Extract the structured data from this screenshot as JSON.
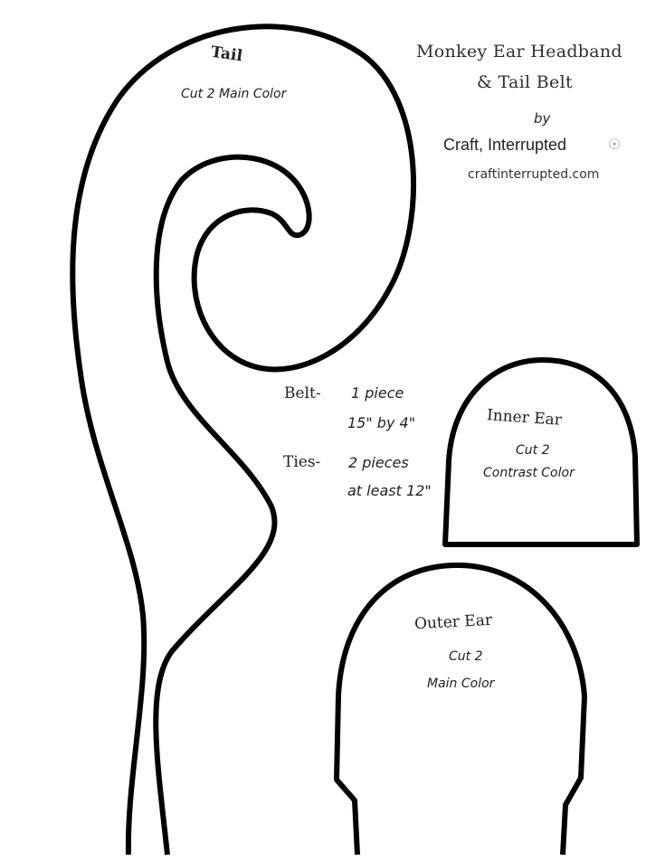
{
  "header": {
    "title_line1": "Monkey Ear Headband",
    "title_line2": "& Tail Belt",
    "by": "by",
    "brand": "Craft, Interrupted",
    "website": "craftinterrupted.com",
    "brand_icon": "ufo-icon"
  },
  "tail": {
    "label": "Tail",
    "instructions": "Cut 2  Main Color"
  },
  "belt": {
    "label": "Belt-",
    "line1": "1 piece",
    "line2": "15\" by 4\""
  },
  "ties": {
    "label": "Ties-",
    "line1": "2 pieces",
    "line2": "at least 12\""
  },
  "inner_ear": {
    "label": "Inner Ear",
    "line1": "Cut 2",
    "line2": "Contrast Color"
  },
  "outer_ear": {
    "label": "Outer Ear",
    "line1": "Cut 2",
    "line2": "Main Color"
  },
  "colors": {
    "outline": "#000000",
    "text": "#222222"
  }
}
